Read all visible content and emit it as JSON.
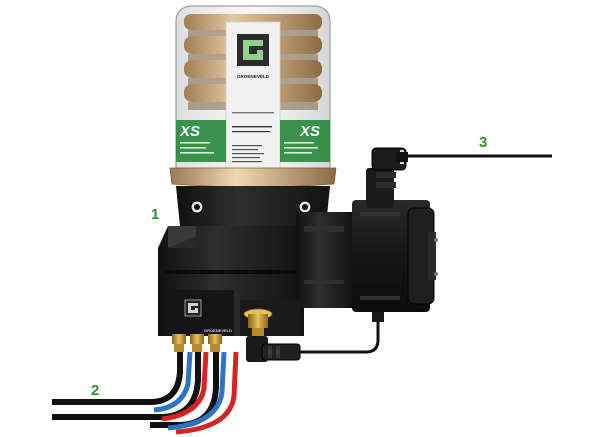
{
  "colors": {
    "callout": "#2f8f2f",
    "label_band": "#2b8a3e",
    "bellows": "#c8a77c",
    "housing": "#1d1d1d",
    "brass": "#c79a2e",
    "red_tube": "#d42424",
    "blue_tube": "#2f73c9",
    "black_tube": "#111111"
  },
  "callouts": {
    "c1": "1",
    "c2": "2",
    "c3": "3"
  },
  "reservoir": {
    "brand_name": "GROENEVELD",
    "model_left": "XS",
    "model_right": "XS"
  },
  "pump_body": {
    "brand_name": "GROENEVELD"
  },
  "icons": [
    "brand-logo-icon",
    "electrical-connector-icon",
    "cable-icon",
    "brass-fitting-icon",
    "bleed-nipple-icon"
  ]
}
